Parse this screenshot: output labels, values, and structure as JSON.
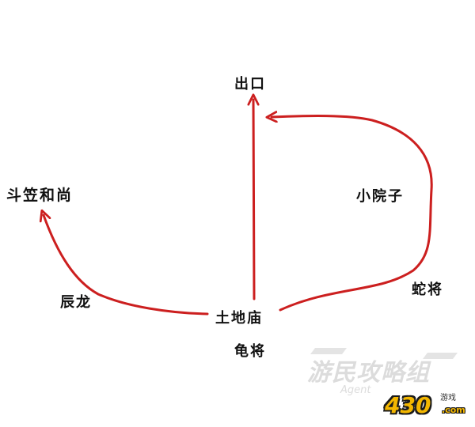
{
  "colors": {
    "arrow": "#cc1f1f",
    "text": "#111111",
    "watermark": "#dcdcdc",
    "logo": "#f2b600"
  },
  "nodes": {
    "exit": "出口",
    "douli_monk": "斗笠和尚",
    "small_yard": "小院子",
    "chenlong": "辰龙",
    "snake_general": "蛇将",
    "earth_temple": "土地庙",
    "turtle_general": "龟将"
  },
  "watermark": {
    "main": "游民攻略组",
    "sub": "Agent"
  },
  "logo": {
    "number": "430",
    "sup": "游戏",
    "domain": ".com"
  }
}
